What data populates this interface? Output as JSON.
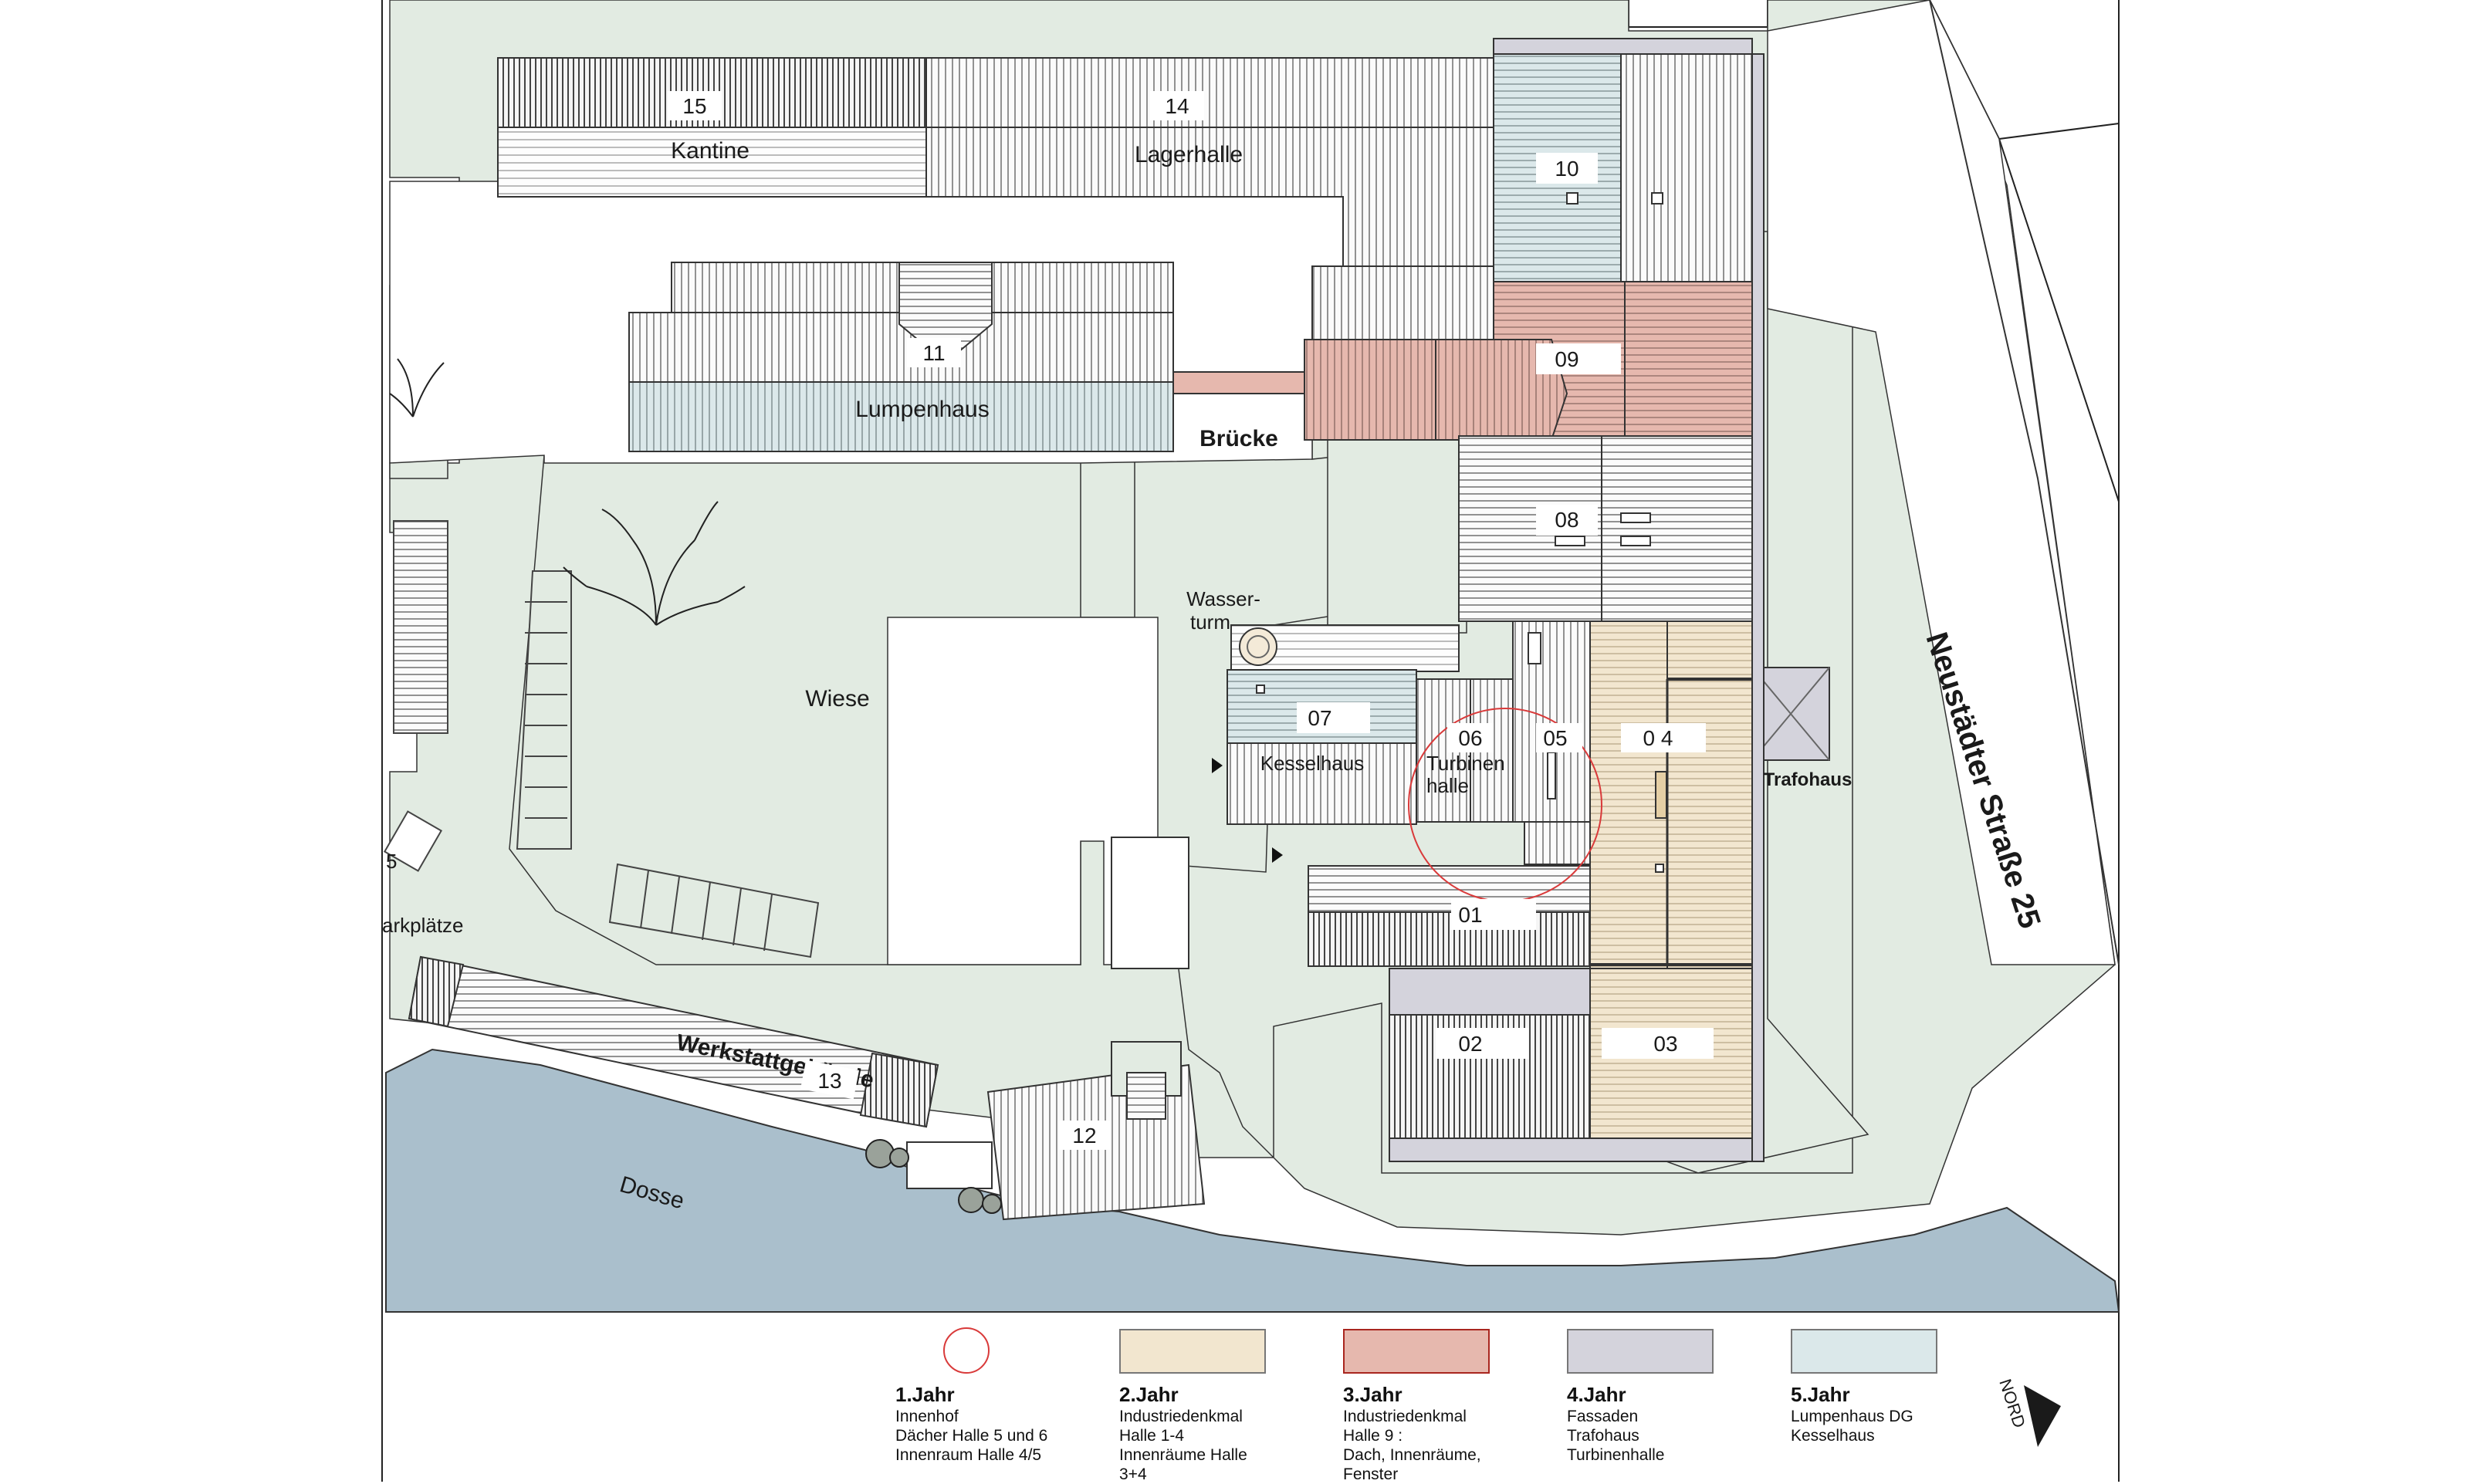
{
  "colors": {
    "year1": "#d93a3a",
    "year2": "#f2e6cf",
    "year3": "#e6b8ae",
    "year4": "#d4d3dc",
    "year5": "#dbe8ea",
    "ground": "#e2ebe2",
    "river": "#aabfcc"
  },
  "buildings": {
    "b15": {
      "num": "15",
      "name": "Kantine"
    },
    "b14": {
      "num": "14",
      "name": "Lagerhalle"
    },
    "b10": {
      "num": "10"
    },
    "b11": {
      "num": "11",
      "name": "Lumpenhaus"
    },
    "b09": {
      "num": "09"
    },
    "bridge": "Brücke",
    "b08": {
      "num": "08"
    },
    "water_tower": [
      "Wasser-",
      "turm"
    ],
    "b07": {
      "num": "07",
      "name": "Kesselhaus"
    },
    "b06": {
      "num": "06",
      "name": [
        "Turbinen",
        "halle"
      ]
    },
    "b05": {
      "num": "05"
    },
    "b04": {
      "num": "0 4"
    },
    "trafo": "Trafohaus",
    "b01": {
      "num": "01"
    },
    "b02": {
      "num": "02"
    },
    "b03": {
      "num": "03"
    },
    "b13": {
      "num": "13",
      "name": "Werkstattgebäude"
    },
    "b12": {
      "num": "12"
    }
  },
  "areas": {
    "meadow": "Wiese",
    "parking": "arkplätze",
    "parking_prefix": "5",
    "river": "Dosse",
    "street": "Neustädter Straße 25"
  },
  "legend": [
    {
      "title": "1.Jahr",
      "lines": [
        "Innenhof",
        "Dächer Halle 5 und 6",
        "Innenraum Halle 4/5"
      ]
    },
    {
      "title": "2.Jahr",
      "lines": [
        "Industriedenkmal",
        "Halle 1-4",
        "Innenräume Halle 3+4"
      ]
    },
    {
      "title": "3.Jahr",
      "lines": [
        "Industriedenkmal",
        "Halle 9 :",
        "Dach, Innenräume, Fenster"
      ]
    },
    {
      "title": "4.Jahr",
      "lines": [
        "Fassaden",
        "Trafohaus",
        "Turbinenhalle"
      ]
    },
    {
      "title": "5.Jahr",
      "lines": [
        "Lumpenhaus DG",
        "Kesselhaus"
      ]
    }
  ],
  "north": "NORD"
}
